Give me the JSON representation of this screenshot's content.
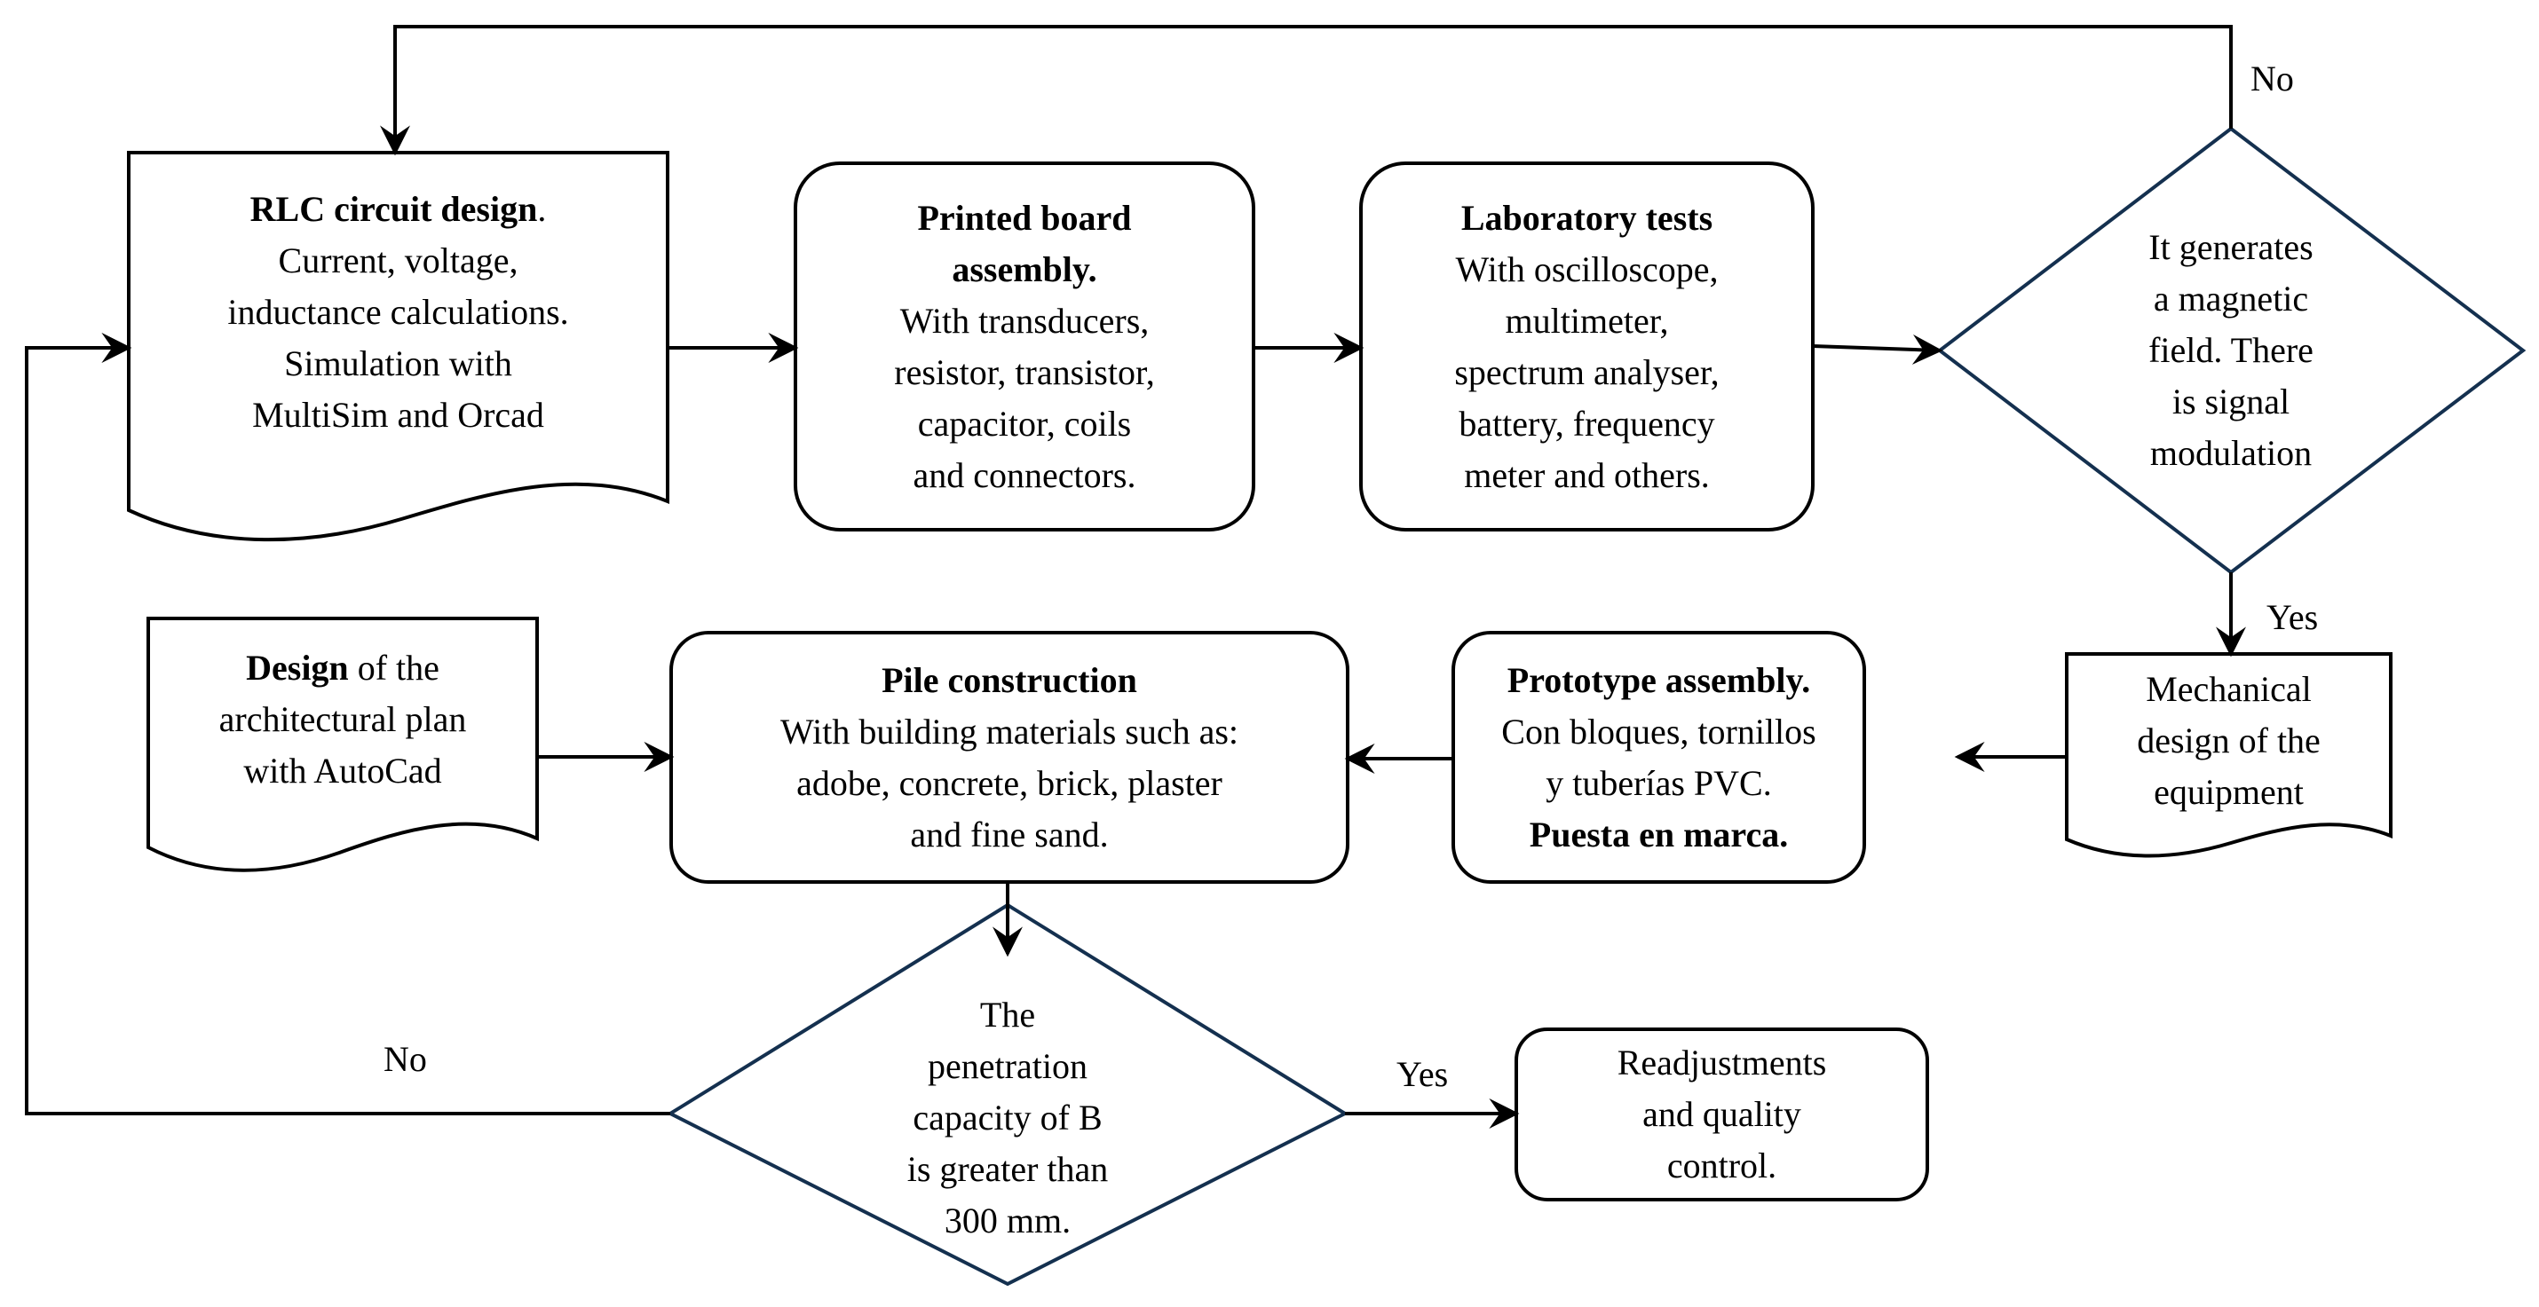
{
  "nodes": {
    "rlc_design": {
      "title": "RLC circuit design",
      "title_suffix": ".",
      "lines": [
        "Current, voltage,",
        "inductance calculations.",
        "Simulation with",
        "MultiSim and  Orcad"
      ]
    },
    "printed_board": {
      "title_lines": [
        "Printed board",
        "assembly."
      ],
      "lines": [
        "With transducers,",
        "resistor, transistor,",
        "capacitor, coils",
        "and connectors."
      ]
    },
    "lab_tests": {
      "title": "Laboratory tests",
      "lines": [
        "With oscilloscope,",
        "multimeter,",
        "spectrum analyser,",
        "battery, frequency",
        "meter and others."
      ]
    },
    "magnetic_decision": {
      "lines": [
        "It generates",
        "a magnetic",
        "field. There",
        "is signal",
        "modulation"
      ]
    },
    "mechanical_design": {
      "lines": [
        "Mechanical",
        "design of the",
        "equipment"
      ]
    },
    "prototype_assembly": {
      "title": "Prototype assembly.",
      "lines": [
        "Con bloques, tornillos",
        "y tuberías PVC."
      ],
      "footer": "Puesta en marca."
    },
    "pile_construction": {
      "title": "Pile construction",
      "lines": [
        "With building materials such as:",
        "adobe, concrete, brick, plaster",
        "and fine sand."
      ]
    },
    "architectural_design": {
      "title": "Design",
      "title_rest": " of the",
      "lines": [
        "architectural plan",
        "with AutoCad"
      ]
    },
    "penetration_decision": {
      "lines": [
        "The",
        "penetration",
        "capacity of B",
        "is greater than",
        "300 mm."
      ]
    },
    "readjustments": {
      "lines": [
        "Readjustments",
        "and quality",
        "control."
      ]
    }
  },
  "edge_labels": {
    "top_no": "No",
    "right_yes": "Yes",
    "bottom_no": "No",
    "bottom_yes": "Yes"
  }
}
